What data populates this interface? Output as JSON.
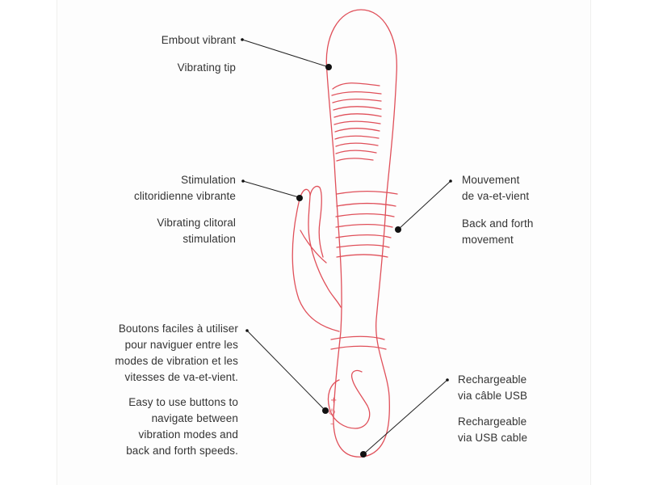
{
  "callouts": {
    "tip": {
      "fr": [
        "Embout vibrant"
      ],
      "en": [
        "Vibrating tip"
      ]
    },
    "clitoral": {
      "fr": [
        "Stimulation",
        "clitoridienne vibrante"
      ],
      "en": [
        "Vibrating clitoral",
        "stimulation"
      ]
    },
    "buttons": {
      "fr": [
        "Boutons faciles à utiliser",
        "pour naviguer entre les",
        "modes de vibration et les",
        "vitesses de va-et-vient."
      ],
      "en": [
        "Easy to use buttons to",
        "navigate between",
        "vibration modes and",
        "back and forth speeds."
      ]
    },
    "thrust": {
      "fr": [
        "Mouvement",
        "de va-et-vient"
      ],
      "en": [
        "Back and forth",
        "movement"
      ]
    },
    "usb": {
      "fr": [
        "Rechargeable",
        "via câble USB"
      ],
      "en": [
        "Rechargeable",
        "via USB cable"
      ]
    }
  },
  "button_symbols": {
    "plus": "+",
    "power": "⏻",
    "minus": "–"
  },
  "colors": {
    "outline": "#e0505a",
    "leader": "#222222",
    "dot": "#111111",
    "text": "#333333",
    "paper": "#fdfdfd"
  }
}
